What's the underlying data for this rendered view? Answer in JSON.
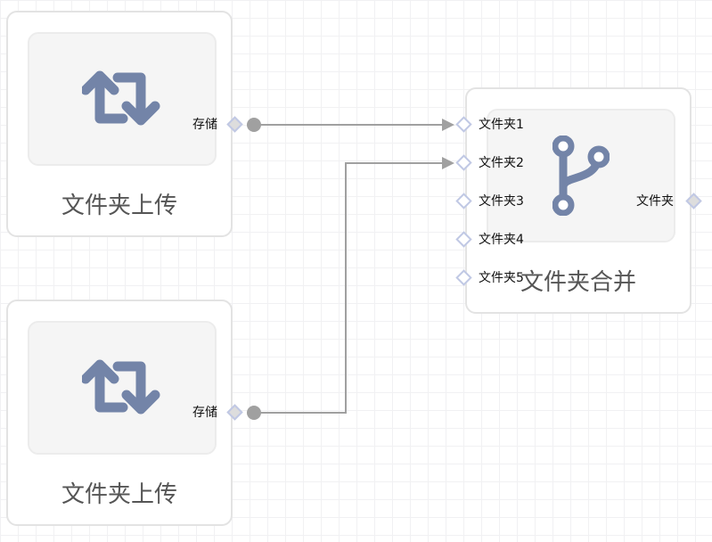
{
  "nodes": [
    {
      "title": "文件夹上传",
      "icon": "retweet-icon",
      "output_port": "存储"
    },
    {
      "title": "文件夹上传",
      "icon": "retweet-icon",
      "output_port": "存储"
    },
    {
      "title": "文件夹合并",
      "icon": "code-branch-icon",
      "input_ports": [
        "文件夹1",
        "文件夹2",
        "文件夹3",
        "文件夹4",
        "文件夹5"
      ],
      "output_port": "文件夹"
    }
  ],
  "colors": {
    "icon": "#7384a8",
    "port_border": "#c0c8e4",
    "edge": "#a0a0a0"
  }
}
